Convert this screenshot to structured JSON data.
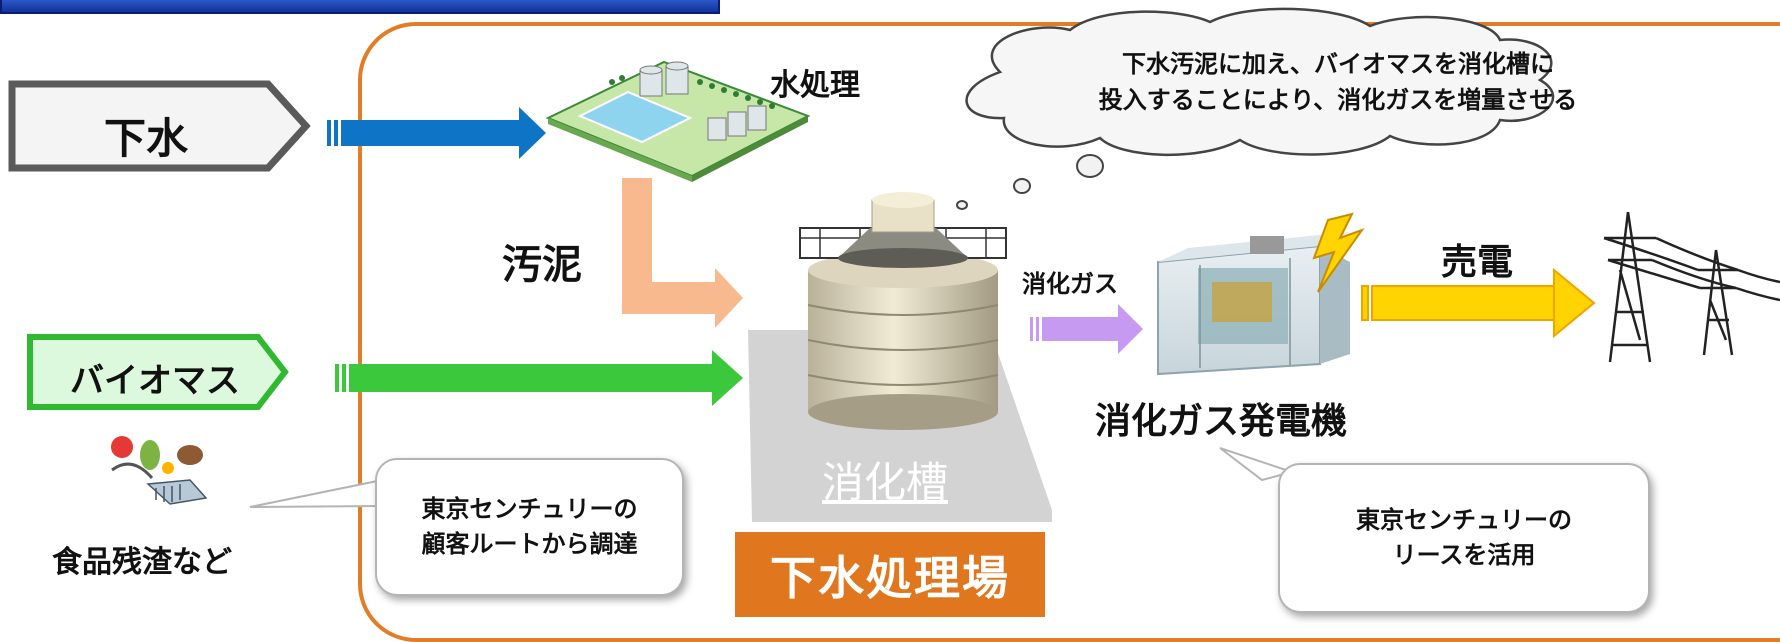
{
  "inputs": {
    "sewage": "下水",
    "biomass": "バイオマス",
    "food_waste": "食品残渣など"
  },
  "process": {
    "water_treatment": "水処理",
    "sludge": "汚泥",
    "digester": "消化槽",
    "digestion_gas": "消化ガス",
    "generator": "消化ガス発電機",
    "power_sale": "売電",
    "plant": "下水処理場"
  },
  "callouts": {
    "cloud": [
      "下水汚泥に加え、バイオマスを消化槽に",
      "投入することにより、消化ガスを増量させる"
    ],
    "procurement": [
      "東京センチュリーの",
      "顧客ルートから調達"
    ],
    "lease": [
      "東京センチュリーの",
      "リースを活用"
    ]
  },
  "colors": {
    "frame": "#e17d26",
    "sewage_arrow": "#0d74c6",
    "sludge_arrow": "#f7b98d",
    "biomass_arrow": "#3cc83c",
    "gas_arrow": "#c79af2",
    "power_arrow": "#ffd400",
    "biomass_box_fill": "#ddf9dd",
    "biomass_box_border": "#30b830"
  },
  "icons": [
    "water-treatment-plant-icon",
    "digester-tank-icon",
    "gas-generator-icon",
    "lightning-icon",
    "power-tower-icon",
    "food-waste-icon"
  ]
}
